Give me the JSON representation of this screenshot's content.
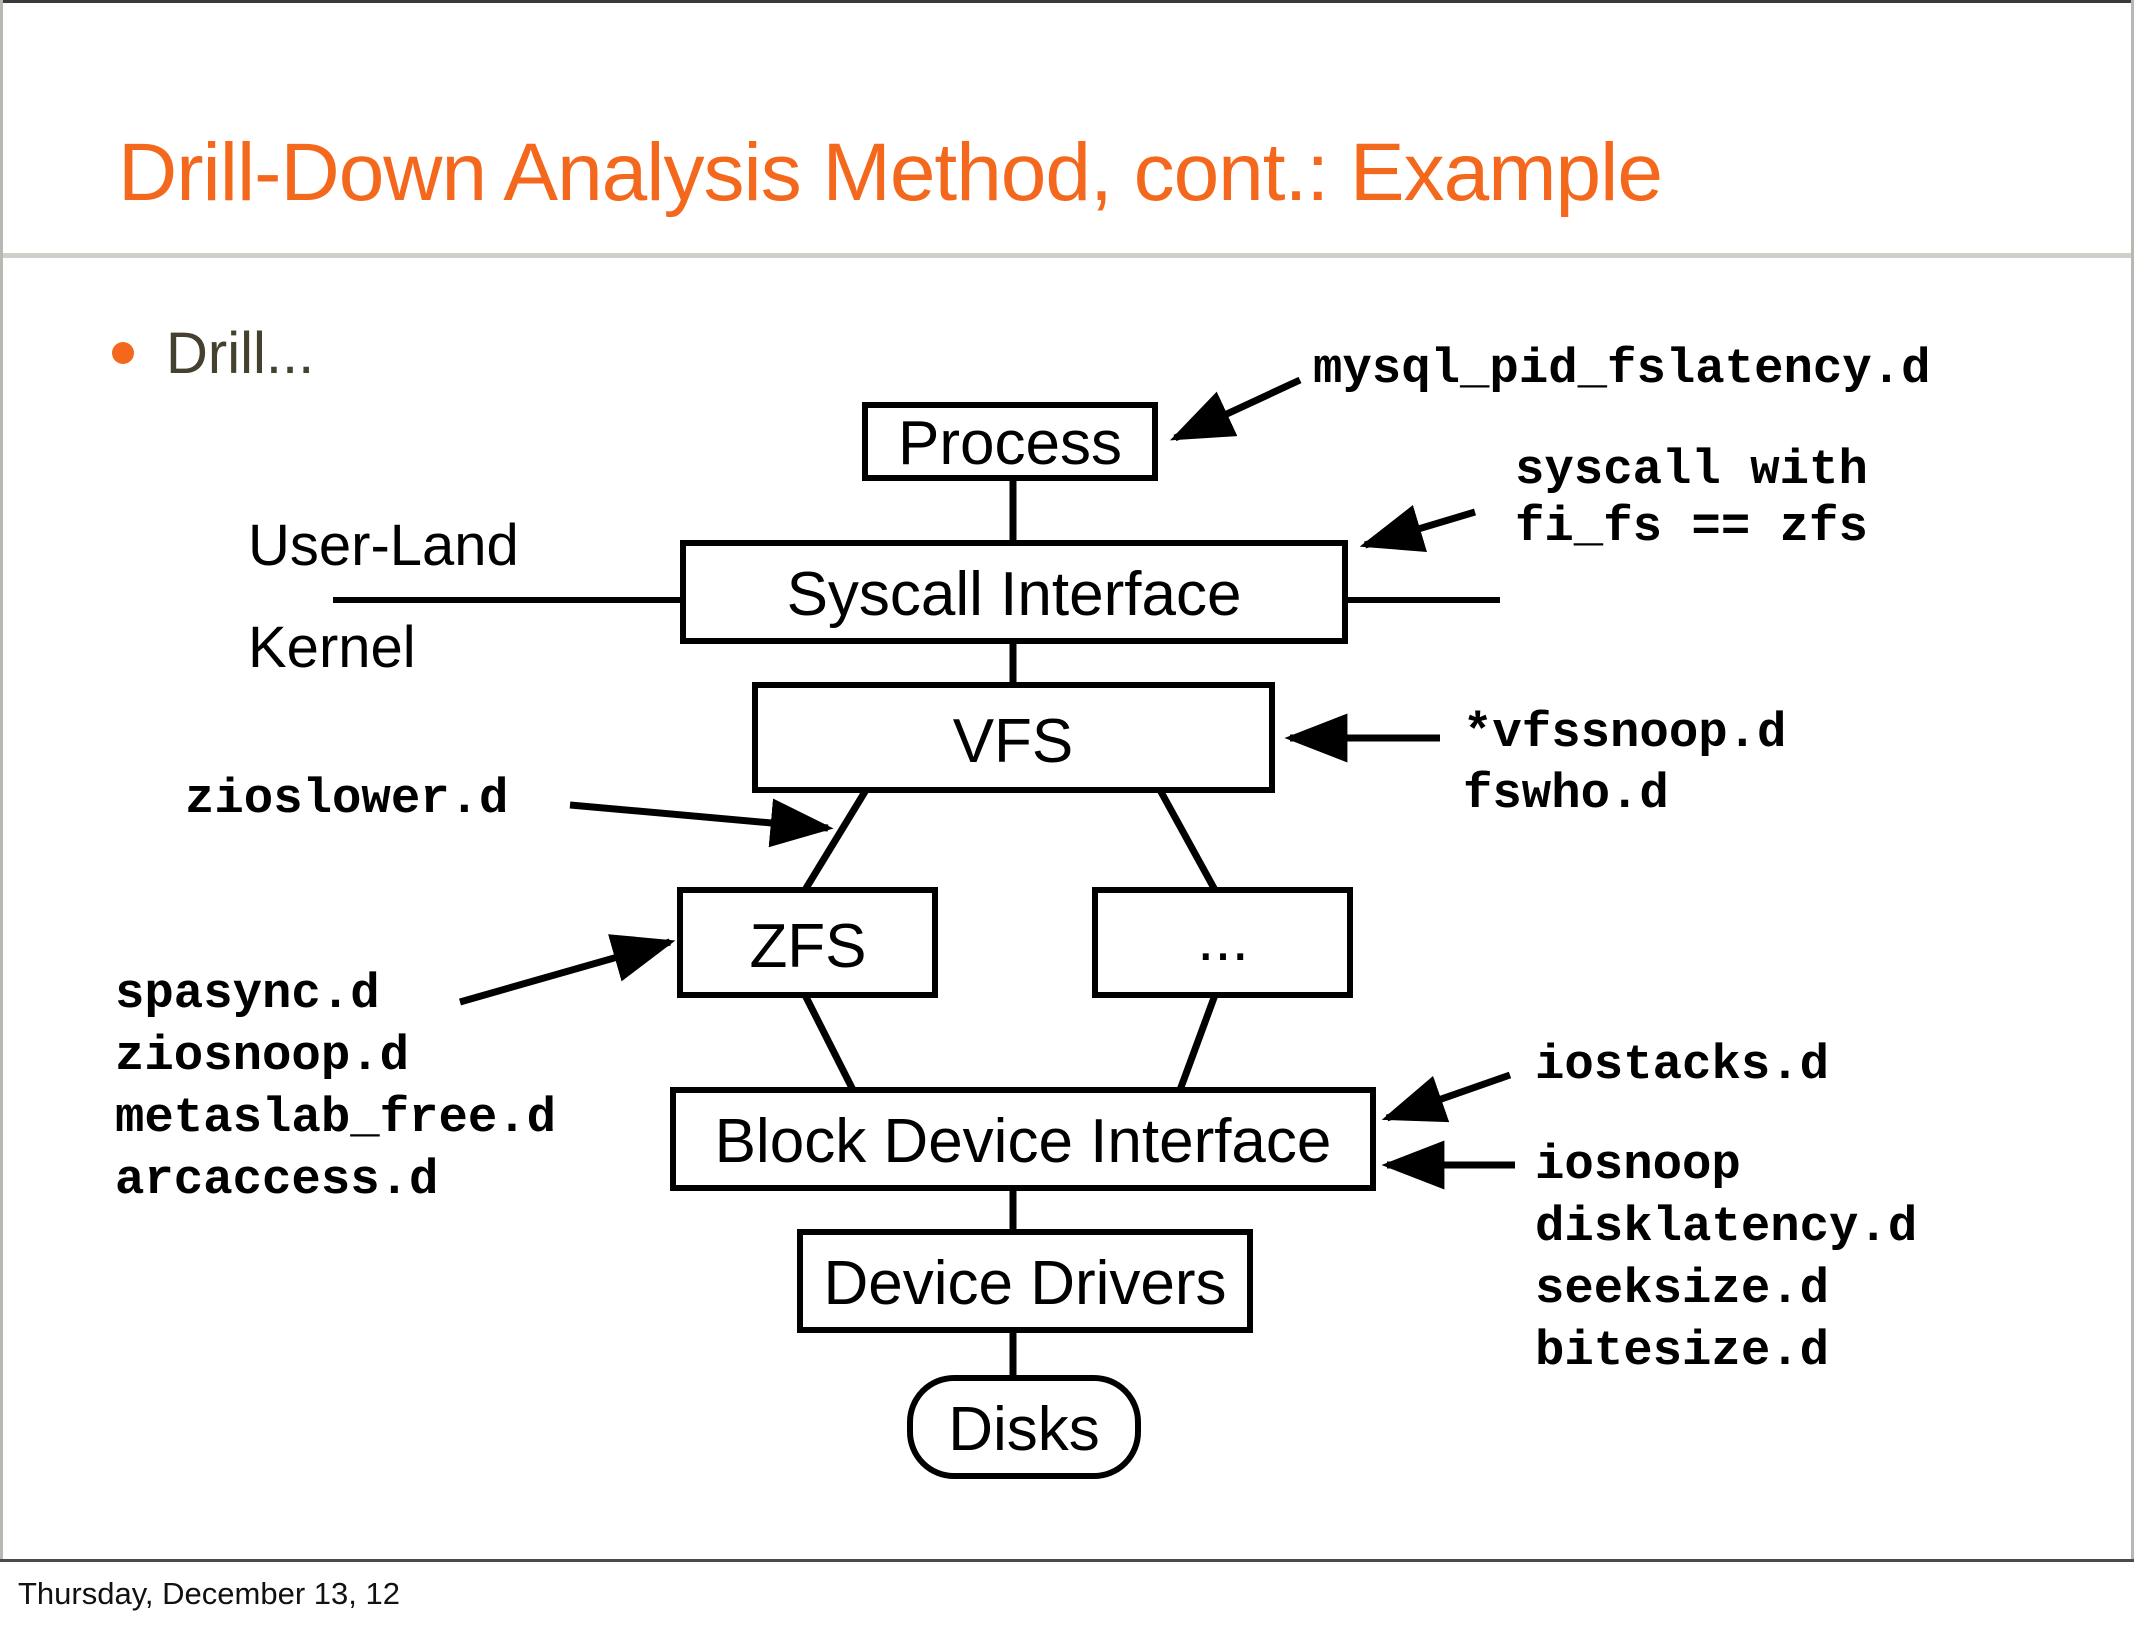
{
  "slide": {
    "title": "Drill-Down Analysis Method, cont.: Example",
    "title_color": "#f4681d",
    "bullet": {
      "marker": "bullet-dot",
      "text": "Drill..."
    },
    "footer": "Thursday, December 13, 12"
  },
  "diagram": {
    "boxes": {
      "process": "Process",
      "syscall_interface": "Syscall Interface",
      "vfs": "VFS",
      "zfs": "ZFS",
      "other_fs": "...",
      "block_device_interface": "Block Device Interface",
      "device_drivers": "Device Drivers",
      "disks": "Disks"
    },
    "boundary_labels": {
      "upper": "User-Land",
      "lower": "Kernel"
    },
    "annotations": {
      "process_tool": "mysql_pid_fslatency.d",
      "syscall_tool_line1": "syscall with",
      "syscall_tool_line2": "fi_fs == zfs",
      "vfs_tool_line1": "*vfssnoop.d",
      "vfs_tool_line2": "fswho.d",
      "zioslower": "zioslower.d",
      "zfs_tools_line1": "spasync.d",
      "zfs_tools_line2": "ziosnoop.d",
      "zfs_tools_line3": "metaslab_free.d",
      "zfs_tools_line4": "arcaccess.d",
      "block_tool_line1": "iostacks.d",
      "block_tool_line2": "iosnoop",
      "block_tool_line3": "disklatency.d",
      "block_tool_line4": "seeksize.d",
      "block_tool_line5": "bitesize.d"
    }
  }
}
